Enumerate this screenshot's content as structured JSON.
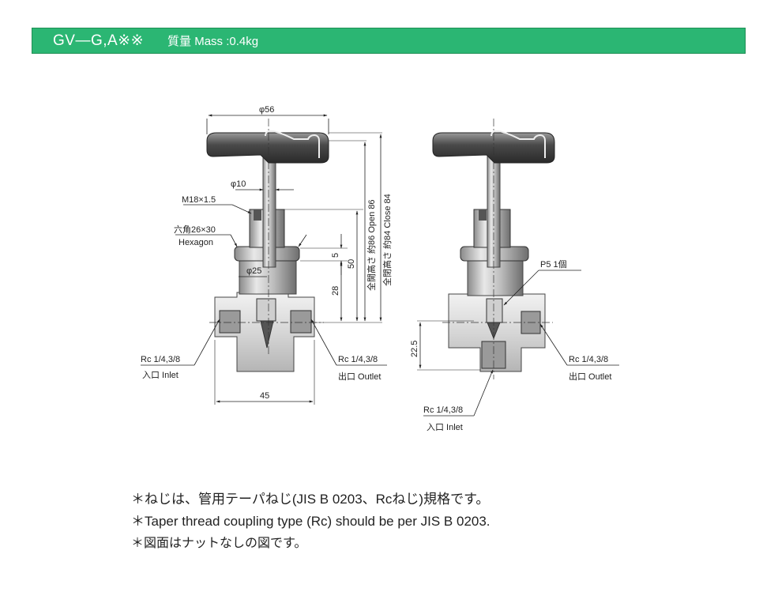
{
  "header": {
    "model": "GV—G,A※※",
    "mass": "質量 Mass :0.4kg"
  },
  "drawing": {
    "dim_phi56": "φ56",
    "dim_phi10": "φ10",
    "label_m18": "M18×1.5",
    "label_hex_jp": "六角26×30",
    "label_hex_en": "Hexagon",
    "dim_phi25": "φ25",
    "dim_5": "5",
    "dim_28": "28",
    "dim_50": "50",
    "dim_open": "全開高さ 約86 Open 86",
    "dim_close": "全閉高さ 約84 Close 84",
    "dim_45": "45",
    "rc_left": "Rc 1/4,3/8",
    "inlet_left": "入口 Inlet",
    "rc_mid": "Rc 1/4,3/8",
    "outlet_mid": "出口 Outlet",
    "label_p5": "P5 1個",
    "dim_22_5": "22.5",
    "rc_right": "Rc 1/4,3/8",
    "outlet_right": "出口 Outlet",
    "rc_bottom": "Rc 1/4,3/8",
    "inlet_bottom": "入口 Inlet"
  },
  "notes": [
    "＊ねじは、管用テーパねじ(JIS B 0203、Rcねじ)規格です。",
    "＊Taper thread coupling type (Rc) should be per JIS B 0203.",
    "＊図面はナットなしの図です。"
  ]
}
